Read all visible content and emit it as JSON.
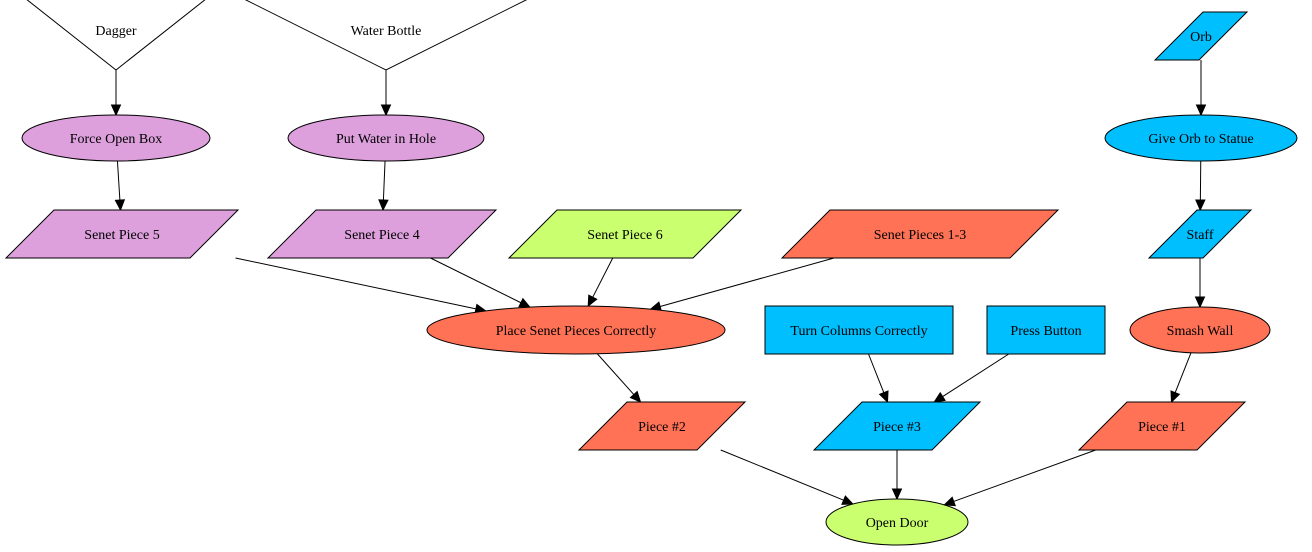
{
  "colors": {
    "plum": "#dda0dd",
    "tomato": "#ff7256",
    "sky": "#00bfff",
    "lime": "#caff70",
    "white": "#ffffff"
  },
  "nodes": [
    {
      "id": "dagger",
      "label": "Dagger",
      "shape": "invtriangle",
      "color": "white"
    },
    {
      "id": "water_bottle",
      "label": "Water Bottle",
      "shape": "invtriangle",
      "color": "white"
    },
    {
      "id": "orb",
      "label": "Orb",
      "shape": "parallelogram",
      "color": "sky"
    },
    {
      "id": "force_open_box",
      "label": "Force Open Box",
      "shape": "ellipse",
      "color": "plum"
    },
    {
      "id": "put_water",
      "label": "Put Water in Hole",
      "shape": "ellipse",
      "color": "plum"
    },
    {
      "id": "give_orb",
      "label": "Give Orb to Statue",
      "shape": "ellipse",
      "color": "sky"
    },
    {
      "id": "senet5",
      "label": "Senet Piece 5",
      "shape": "parallelogram",
      "color": "plum"
    },
    {
      "id": "senet4",
      "label": "Senet Piece 4",
      "shape": "parallelogram",
      "color": "plum"
    },
    {
      "id": "senet6",
      "label": "Senet Piece 6",
      "shape": "parallelogram",
      "color": "lime"
    },
    {
      "id": "senet13",
      "label": "Senet Pieces 1-3",
      "shape": "parallelogram",
      "color": "tomato"
    },
    {
      "id": "staff",
      "label": "Staff",
      "shape": "parallelogram",
      "color": "sky"
    },
    {
      "id": "place_senet",
      "label": "Place Senet Pieces Correctly",
      "shape": "ellipse",
      "color": "tomato"
    },
    {
      "id": "turn_columns",
      "label": "Turn Columns Correctly",
      "shape": "box",
      "color": "sky"
    },
    {
      "id": "press_button",
      "label": "Press Button",
      "shape": "box",
      "color": "sky"
    },
    {
      "id": "smash_wall",
      "label": "Smash Wall",
      "shape": "ellipse",
      "color": "tomato"
    },
    {
      "id": "piece2",
      "label": "Piece #2",
      "shape": "parallelogram",
      "color": "tomato"
    },
    {
      "id": "piece3",
      "label": "Piece #3",
      "shape": "parallelogram",
      "color": "sky"
    },
    {
      "id": "piece1",
      "label": "Piece #1",
      "shape": "parallelogram",
      "color": "tomato"
    },
    {
      "id": "open_door",
      "label": "Open Door",
      "shape": "ellipse",
      "color": "lime"
    }
  ],
  "edges": [
    {
      "from": "dagger",
      "to": "force_open_box"
    },
    {
      "from": "water_bottle",
      "to": "put_water"
    },
    {
      "from": "orb",
      "to": "give_orb"
    },
    {
      "from": "force_open_box",
      "to": "senet5"
    },
    {
      "from": "put_water",
      "to": "senet4"
    },
    {
      "from": "give_orb",
      "to": "staff"
    },
    {
      "from": "senet5",
      "to": "place_senet"
    },
    {
      "from": "senet4",
      "to": "place_senet"
    },
    {
      "from": "senet6",
      "to": "place_senet"
    },
    {
      "from": "senet13",
      "to": "place_senet"
    },
    {
      "from": "staff",
      "to": "smash_wall"
    },
    {
      "from": "place_senet",
      "to": "piece2"
    },
    {
      "from": "turn_columns",
      "to": "piece3"
    },
    {
      "from": "press_button",
      "to": "piece3"
    },
    {
      "from": "smash_wall",
      "to": "piece1"
    },
    {
      "from": "piece2",
      "to": "open_door"
    },
    {
      "from": "piece3",
      "to": "open_door"
    },
    {
      "from": "piece1",
      "to": "open_door"
    }
  ]
}
